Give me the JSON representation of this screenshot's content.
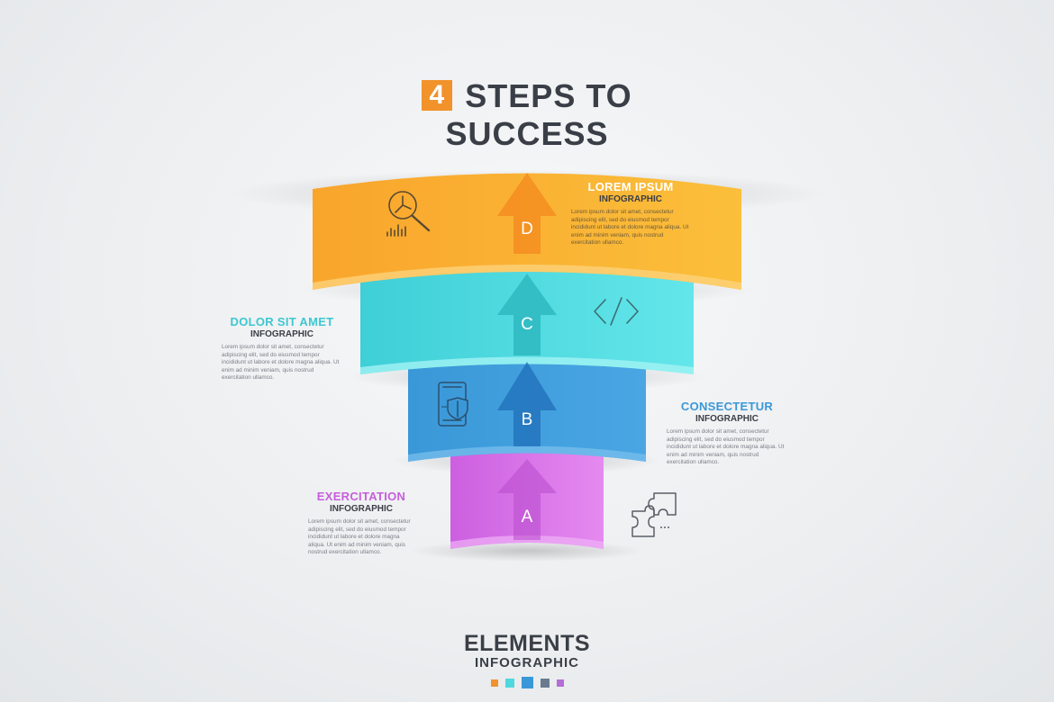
{
  "title": {
    "number": "4",
    "line1": "STEPS TO",
    "line2": "SUCCESS"
  },
  "steps": [
    {
      "letter": "D",
      "color": "#f9a52c",
      "icon": "magnifier-pie-chart-icon",
      "heading": "LOREM IPSUM",
      "sub": "INFOGRAPHIC",
      "body": "Lorem ipsum dolor sit amet, consectetur adipiscing elit, sed do eiusmod tempor incididunt ut labore et dolore magna aliqua. Ut enim ad minim veniam, quis nostrud exercitation ullamco."
    },
    {
      "letter": "C",
      "color": "#4fd8de",
      "icon": "code-brackets-icon",
      "heading": "DOLOR SIT AMET",
      "sub": "INFOGRAPHIC",
      "body": "Lorem ipsum dolor sit amet, consectetur adipiscing elit, sed do eiusmod tempor incididunt ut labore et dolore magna aliqua. Ut enim ad minim veniam, quis nostrud exercitation ullamco."
    },
    {
      "letter": "B",
      "color": "#3a98d8",
      "icon": "mobile-shield-icon",
      "heading": "CONSECTETUR",
      "sub": "INFOGRAPHIC",
      "body": "Lorem ipsum dolor sit amet, consectetur adipiscing elit, sed do eiusmod tempor incididunt ut labore et dolore magna aliqua. Ut enim ad minim veniam, quis nostrud exercitation ullamco."
    },
    {
      "letter": "A",
      "color": "#d56de6",
      "icon": "puzzle-pieces-icon",
      "heading": "EXERCITATION",
      "sub": "INFOGRAPHIC",
      "body": "Lorem ipsum dolor sit amet, consectetur adipiscing elit, sed do eiusmod tempor incididunt ut labore et dolore magna aliqua. Ut enim ad minim veniam, quis nostrud exercitation ullamco."
    }
  ],
  "footer": {
    "brand": "ELEMENTS",
    "sub": "INFOGRAPHIC",
    "swatch_colors": [
      "#f1922b",
      "#4fd8de",
      "#3a98d8",
      "#6a7b8e",
      "#b56dd6"
    ]
  },
  "colors": {
    "text_dark": "#3a3f47",
    "text_body": "#7a7f86",
    "icon_stroke": "#4a4f57"
  }
}
